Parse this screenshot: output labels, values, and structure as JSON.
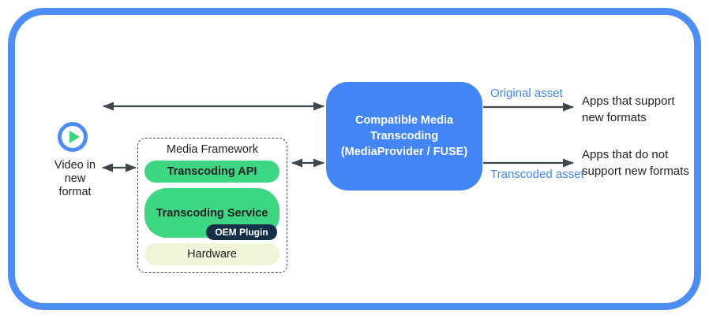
{
  "colors": {
    "frame_blue": "#4d8df6",
    "box_blue": "#4285f4",
    "label_blue": "#4285f4",
    "pill_green": "#3dd683",
    "pill_navy": "#143049",
    "pill_cream": "#eef5d8",
    "arrow": "#3f464c",
    "text_dark": "#202124"
  },
  "source": {
    "icon": "play-icon",
    "label": "Video in\nnew\nformat"
  },
  "media_framework": {
    "title": "Media Framework",
    "transcoding_api": "Transcoding API",
    "transcoding_service": "Transcoding Service",
    "oem_plugin": "OEM Plugin",
    "hardware": "Hardware"
  },
  "transcoder_box": {
    "label": "Compatible Media\nTranscoding\n(MediaProvider / FUSE)"
  },
  "outputs": {
    "original": {
      "asset_label": "Original asset",
      "target": "Apps that support\nnew formats"
    },
    "transcoded": {
      "asset_label": "Transcoded asset",
      "target": "Apps that do not\nsupport new formats"
    }
  }
}
